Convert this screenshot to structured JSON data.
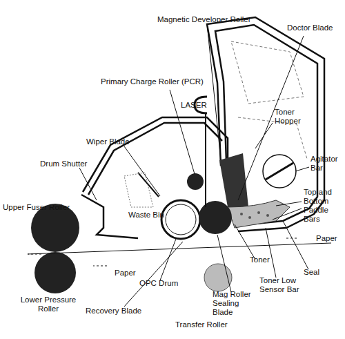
{
  "diagram": {
    "labels": [
      "Magnetic Developer Roller",
      "Doctor Blade",
      "Primary Charge Roller (PCR)",
      "LASER",
      "Toner Hopper",
      "Wiper Blade",
      "Agitator Bar",
      "Drum Shutter",
      "Top and Bottom Paddle Bars",
      "Upper Fuser Roller",
      "Waste Bin",
      "Paper",
      "Paper",
      "Toner",
      "Seal",
      "Toner Low Sensor Bar",
      "OPC Drum",
      "Mag Roller Sealing Blade",
      "Lower Pressure Roller",
      "Recovery Blade",
      "Transfer Roller"
    ]
  }
}
